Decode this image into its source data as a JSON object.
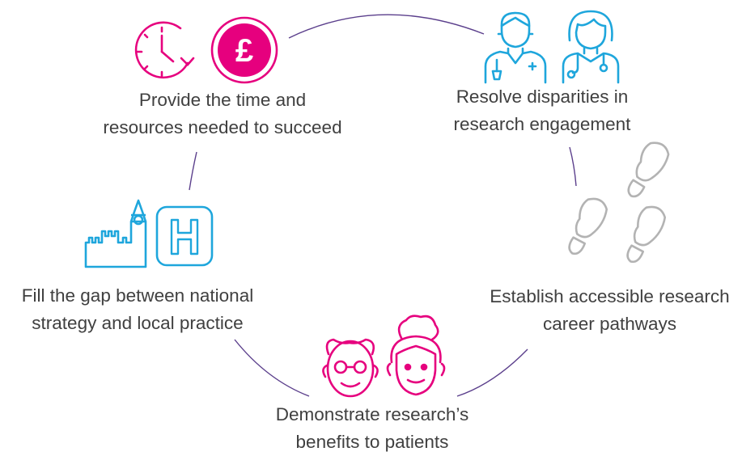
{
  "diagram": {
    "type": "cycle",
    "colors": {
      "connector": "#5b3f8c",
      "pink": "#e6007e",
      "blue": "#1ea6dc",
      "grey": "#b3b3b3",
      "text": "#404040"
    },
    "steps": [
      {
        "id": "resources",
        "line1": "Provide the time and",
        "line2": "resources needed to succeed",
        "icons": [
          "clock-icon",
          "pound-coin-icon"
        ]
      },
      {
        "id": "disparities",
        "line1": "Resolve disparities in",
        "line2": "research engagement",
        "icons": [
          "male-doctor-icon",
          "female-doctor-icon"
        ]
      },
      {
        "id": "pathways",
        "line1": "Establish accessible research",
        "line2": "career pathways",
        "icons": [
          "footprints-icon"
        ]
      },
      {
        "id": "benefits",
        "line1": "Demonstrate research’s",
        "line2": "benefits to patients",
        "icons": [
          "elderly-man-icon",
          "elderly-woman-icon"
        ]
      },
      {
        "id": "gap",
        "line1": "Fill the gap between national",
        "line2": "strategy and local practice",
        "icons": [
          "parliament-icon",
          "hospital-icon"
        ]
      }
    ]
  }
}
